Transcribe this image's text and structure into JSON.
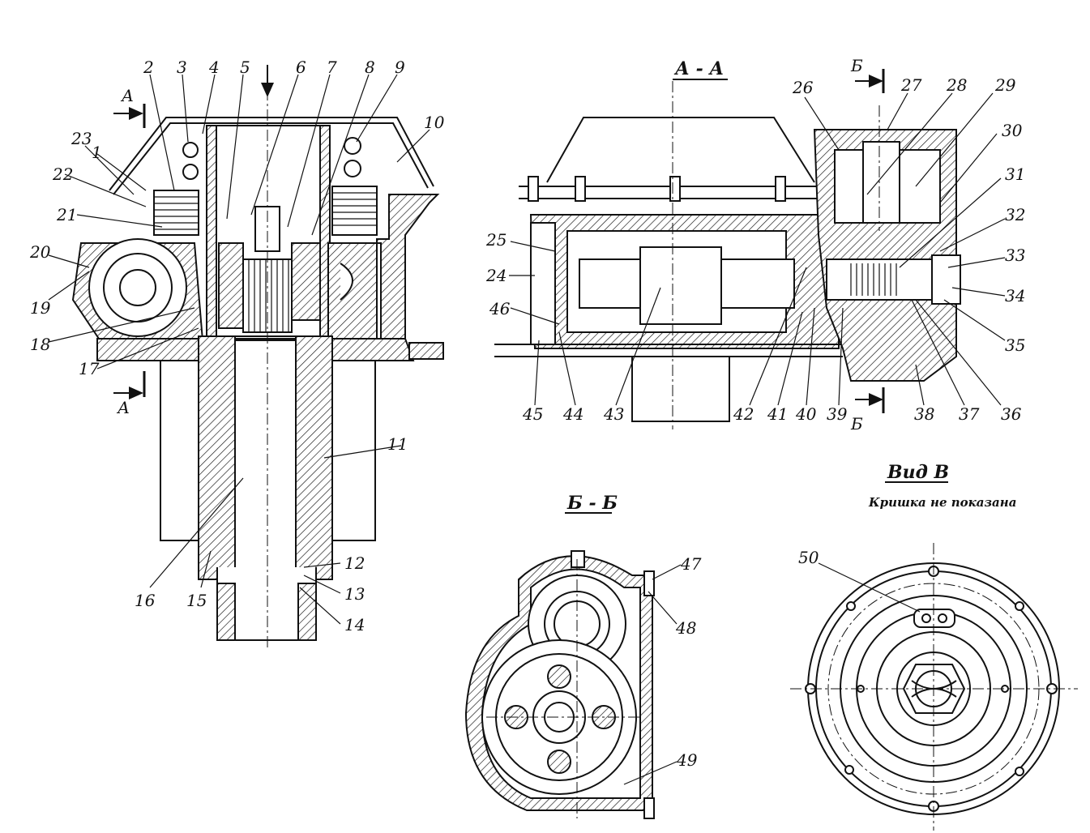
{
  "sections": {
    "aa_title": "А - А",
    "bb_title": "Б - Б",
    "vid_title": "Вид В",
    "vid_note": "Кришка не показана",
    "cut_a": "А",
    "cut_b": "Б"
  },
  "callouts": [
    "1",
    "2",
    "3",
    "4",
    "5",
    "6",
    "7",
    "8",
    "9",
    "10",
    "11",
    "12",
    "13",
    "14",
    "15",
    "16",
    "17",
    "18",
    "19",
    "20",
    "21",
    "22",
    "23",
    "24",
    "25",
    "26",
    "27",
    "28",
    "29",
    "30",
    "31",
    "32",
    "33",
    "34",
    "35",
    "36",
    "37",
    "38",
    "39",
    "40",
    "41",
    "42",
    "43",
    "44",
    "45",
    "46",
    "47",
    "48",
    "49",
    "50"
  ]
}
